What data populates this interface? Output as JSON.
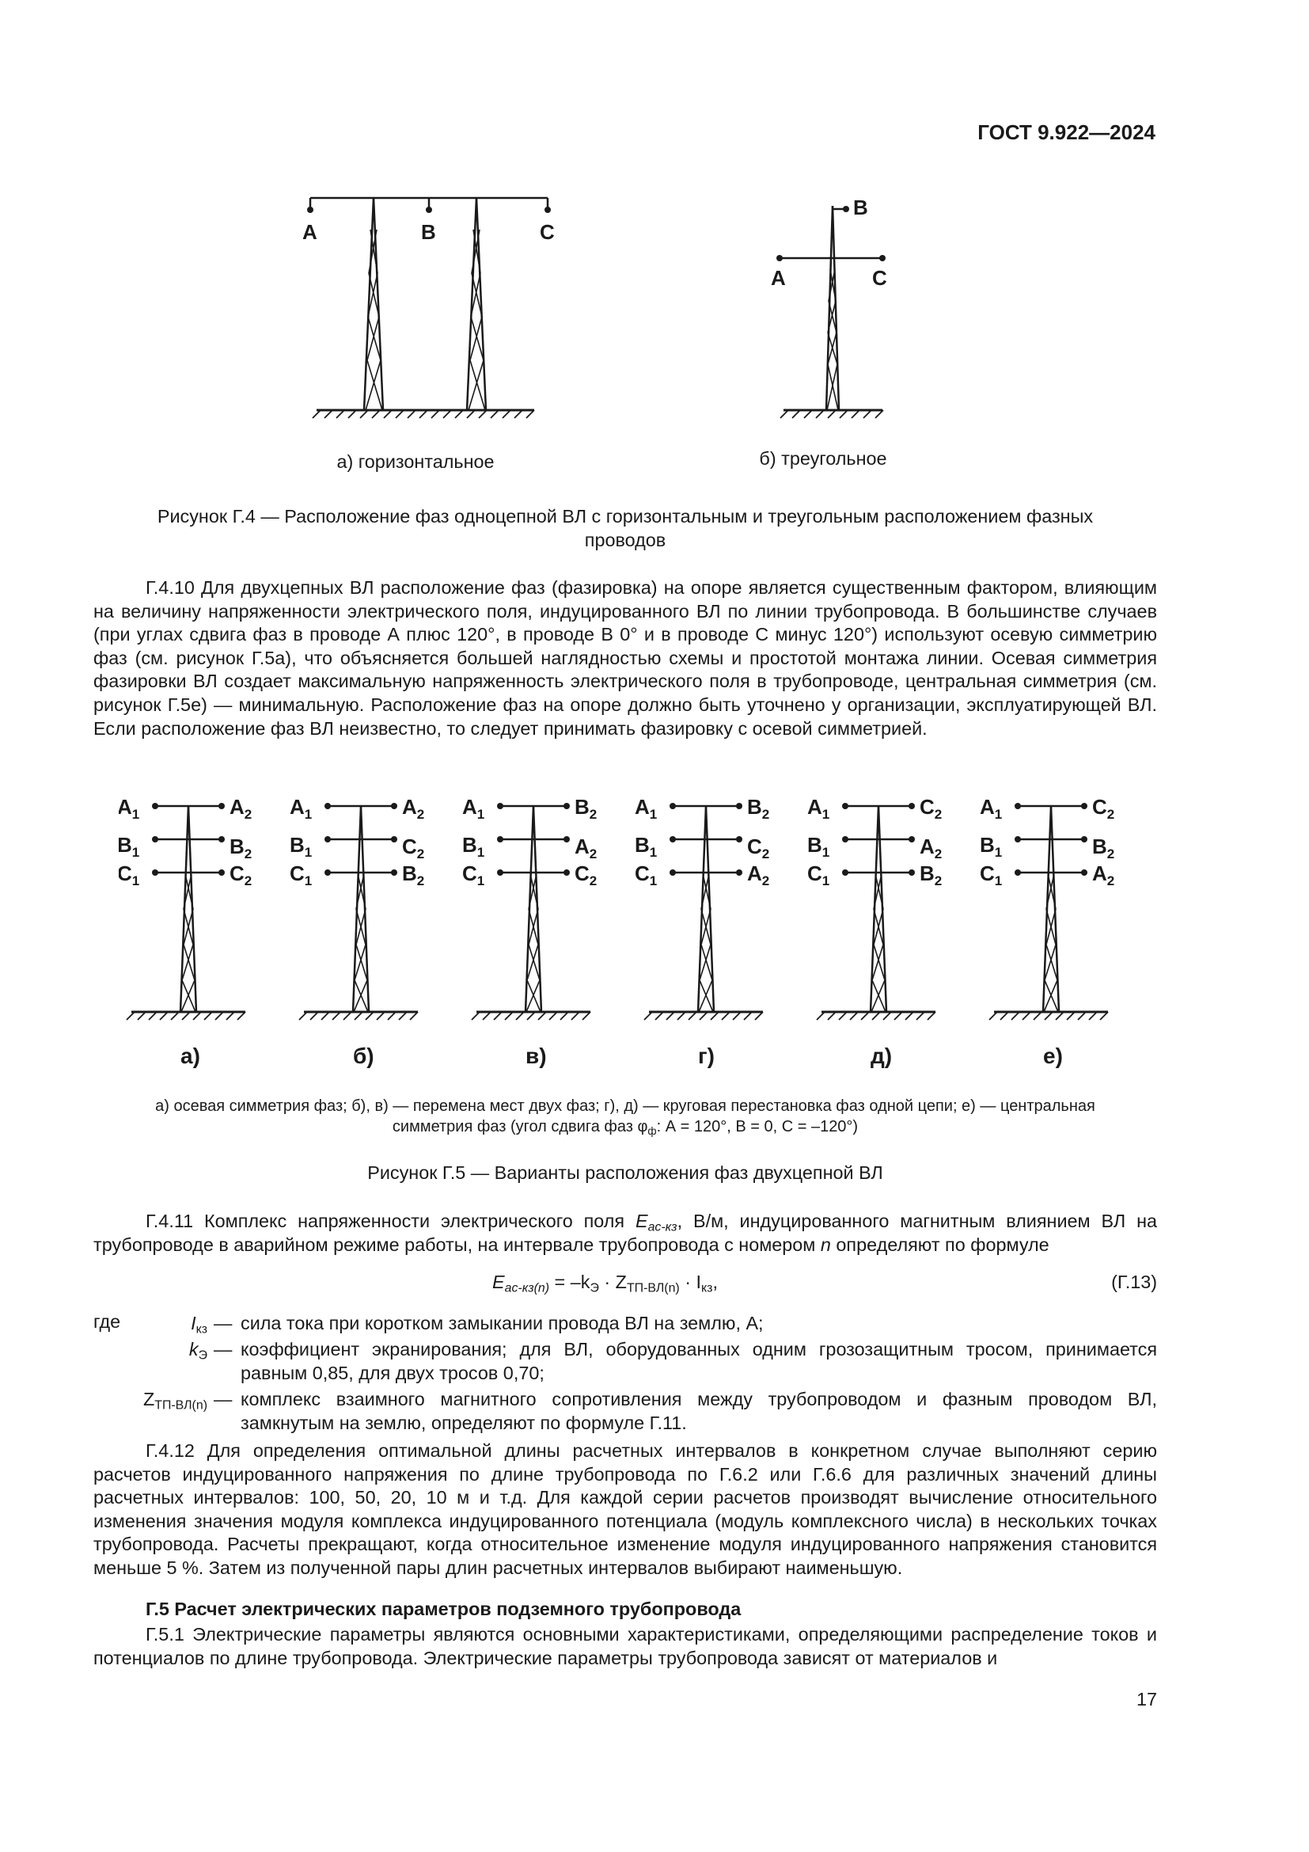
{
  "header": {
    "standard": "ГОСТ 9.922—2024"
  },
  "figure_g4": {
    "left_labels": [
      "A",
      "B",
      "C"
    ],
    "right_labels": {
      "top": "B",
      "left": "A",
      "right": "C"
    },
    "left_sub_caption": "а) горизонтальное",
    "right_sub_caption": "б) треугольное",
    "caption_line1": "Рисунок Г.4 — Расположение фаз одноцепной ВЛ с горизонтальным и треугольным расположением фазных",
    "caption_line2": "проводов"
  },
  "para_g4_10": "Г.4.10 Для двухцепных ВЛ расположение фаз (фазировка) на опоре является существенным фактором, влияющим на величину напряженности электрического поля, индуцированного ВЛ по линии трубопровода. В большинстве случаев (при углах сдвига фаз в проводе А плюс 120°, в проводе В 0° и в проводе С минус 120°) используют осевую симметрию фаз (см. рисунок Г.5а), что объясняется большей наглядностью схемы и простотой монтажа линии. Осевая симметрия фазировки ВЛ создает максимальную напряженность электрического поля в трубопроводе, центральная симметрия (см. рисунок Г.5е) — минимальную. Расположение фаз на опоре должно быть уточнено у организации, эксплуатирующей ВЛ. Если расположение фаз ВЛ неизвестно, то следует принимать фазировку с осевой симметрией.",
  "figure_g5": {
    "towers": [
      {
        "sub": "а)",
        "left": [
          "A",
          "B",
          "C"
        ],
        "right": [
          [
            "A",
            "2"
          ],
          [
            "B",
            "2"
          ],
          [
            "C",
            "2"
          ]
        ]
      },
      {
        "sub": "б)",
        "left": [
          "A",
          "B",
          "C"
        ],
        "right": [
          [
            "A",
            "2"
          ],
          [
            "C",
            "2"
          ],
          [
            "B",
            "2"
          ]
        ]
      },
      {
        "sub": "в)",
        "left": [
          "A",
          "B",
          "C"
        ],
        "right": [
          [
            "B",
            "2"
          ],
          [
            "A",
            "2"
          ],
          [
            "C",
            "2"
          ]
        ]
      },
      {
        "sub": "г)",
        "left": [
          "A",
          "B",
          "C"
        ],
        "right": [
          [
            "B",
            "2"
          ],
          [
            "C",
            "2"
          ],
          [
            "A",
            "2"
          ]
        ]
      },
      {
        "sub": "д)",
        "left": [
          "A",
          "B",
          "C"
        ],
        "right": [
          [
            "C",
            "2"
          ],
          [
            "A",
            "2"
          ],
          [
            "B",
            "2"
          ]
        ]
      },
      {
        "sub": "е)",
        "left": [
          "A",
          "B",
          "C"
        ],
        "right": [
          [
            "C",
            "2"
          ],
          [
            "B",
            "2"
          ],
          [
            "A",
            "2"
          ]
        ]
      }
    ],
    "left_index": "1",
    "note_line1": "а) осевая симметрия фаз; б), в) — перемена мест двух фаз; г), д) — круговая перестановка фаз одной цепи; е) — центральная",
    "note_line2_a": "симметрия фаз (угол сдвига фаз φ",
    "note_line2_sub": "ф",
    "note_line2_b": ": А = 120°, В = 0, С = –120°)",
    "caption": "Рисунок Г.5 — Варианты расположения фаз двухцепной ВЛ"
  },
  "para_g4_11": {
    "a": "Г.4.11 Комплекс напряженности электрического поля ",
    "sym": "E",
    "sym_sub": "ас-кз",
    "b": ", В/м, индуцированного магнитным влиянием ВЛ на трубопроводе в аварийном режиме работы, на интервале трубопровода с номером ",
    "n": "n",
    "c": " определяют по формуле"
  },
  "formula": {
    "lhs": "E",
    "lhs_sub": "ас-кз(n)",
    "eq": " = –k",
    "k_sub": "Э",
    "dot1": " · Z",
    "z_sub": "ТП-ВЛ(n)",
    "dot2": " · I",
    "i_sub": "кз",
    "end": ",",
    "number": "(Г.13)"
  },
  "legend": {
    "where": "где",
    "items": [
      {
        "sym": "I",
        "sub": "кз",
        "text": "сила тока при коротком замыкании провода ВЛ на землю, А;"
      },
      {
        "sym": "k",
        "sub": "Э",
        "text": "коэффициент экранирования; для ВЛ, оборудованных одним грозозащитным тросом, принимается равным 0,85, для двух тросов 0,70;"
      },
      {
        "sym": "Z",
        "sub": "ТП-ВЛ(n)",
        "text": "комплекс взаимного магнитного сопротивления между трубопроводом и фазным проводом ВЛ, замкнутым на землю, определяют по формуле Г.11."
      }
    ],
    "dash": "—"
  },
  "para_g4_12": "Г.4.12 Для определения оптимальной длины расчетных интервалов в конкретном случае выполняют серию расчетов индуцированного напряжения по длине трубопровода по Г.6.2 или Г.6.6 для различных значений длины расчетных интервалов: 100, 50, 20, 10 м и т.д. Для каждой серии расчетов производят вычисление относительного изменения значения модуля комплекса индуцированного потенциала (модуль комплексного числа) в нескольких точках трубопровода. Расчеты прекращают, когда относительное изменение модуля индуцированного напряжения становится меньше 5 %. Затем из полученной пары длин расчетных интервалов выбирают наименьшую.",
  "heading_g5": "Г.5 Расчет электрических параметров подземного трубопровода",
  "para_g5_1": "Г.5.1 Электрические параметры являются основными характеристиками, определяющими распределение токов и потенциалов по длине трубопровода. Электрические параметры трубопровода зависят от материалов и",
  "page_number": "17"
}
